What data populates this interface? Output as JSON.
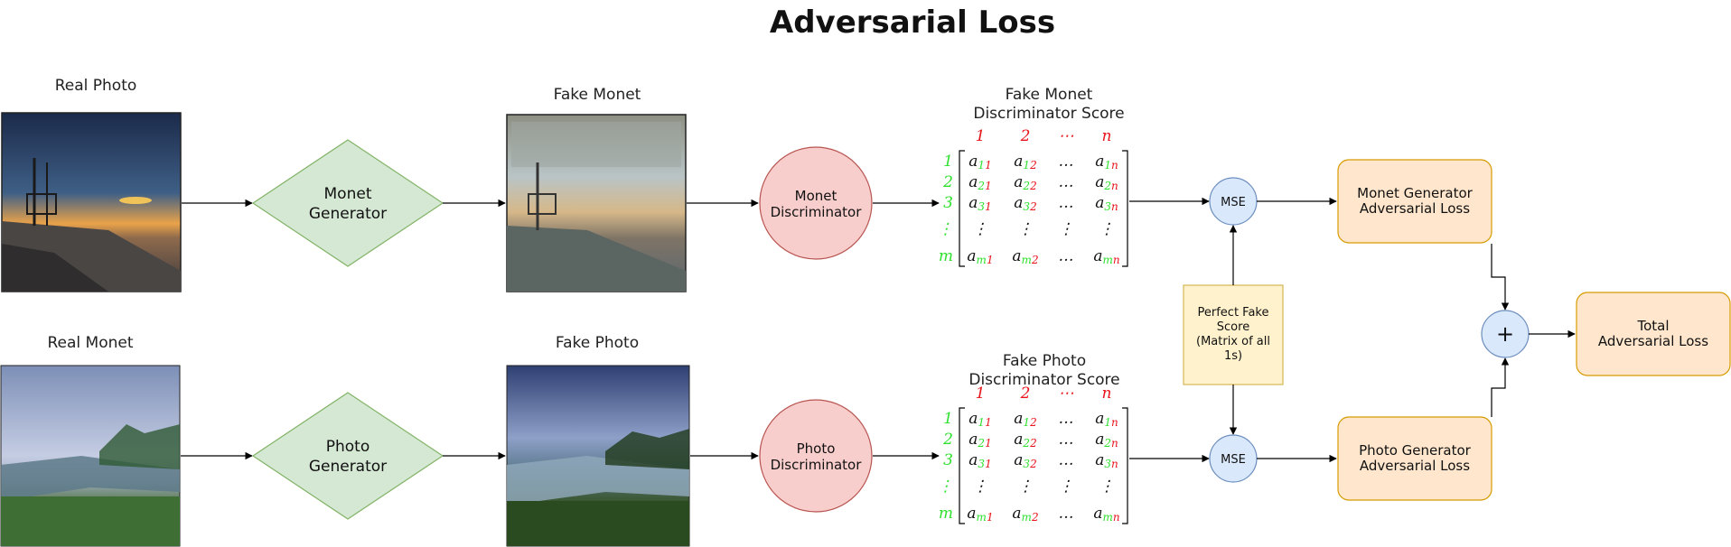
{
  "title": "Adversarial Loss",
  "top": {
    "input_caption": "Real Photo",
    "generator": [
      "Monet",
      "Generator"
    ],
    "output_caption": "Fake Monet",
    "discriminator": [
      "Monet",
      "Discriminator"
    ],
    "score_caption": [
      "Fake Monet",
      "Discriminator Score"
    ],
    "mse": "MSE",
    "loss": [
      "Monet Generator",
      "Adversarial Loss"
    ]
  },
  "bottom": {
    "input_caption": "Real Monet",
    "generator": [
      "Photo",
      "Generator"
    ],
    "output_caption": "Fake Photo",
    "discriminator": [
      "Photo",
      "Discriminator"
    ],
    "score_caption": [
      "Fake Photo",
      "Discriminator Score"
    ],
    "mse": "MSE",
    "loss": [
      "Photo Generator",
      "Adversarial Loss"
    ]
  },
  "perfect_score": [
    "Perfect Fake",
    "Score",
    "(Matrix of all",
    "1s)"
  ],
  "plus": "+",
  "total": [
    "Total",
    "Adversarial Loss"
  ],
  "matrix": {
    "col_headers": [
      "1",
      "2",
      "⋯",
      "n"
    ],
    "row_headers": [
      "1",
      "2",
      "3",
      "⋮",
      "m"
    ],
    "var": "a",
    "rows": [
      [
        [
          "a",
          "1",
          "1"
        ],
        [
          "a",
          "1",
          "2"
        ],
        [
          "…"
        ],
        [
          "a",
          "1",
          "n"
        ]
      ],
      [
        [
          "a",
          "2",
          "1"
        ],
        [
          "a",
          "2",
          "2"
        ],
        [
          "…"
        ],
        [
          "a",
          "2",
          "n"
        ]
      ],
      [
        [
          "a",
          "3",
          "1"
        ],
        [
          "a",
          "3",
          "2"
        ],
        [
          "…"
        ],
        [
          "a",
          "3",
          "n"
        ]
      ],
      [
        [
          "⋮"
        ],
        [
          "⋮"
        ],
        [
          "⋮"
        ],
        [
          "⋮"
        ]
      ],
      [
        [
          "a",
          "m",
          "1"
        ],
        [
          "a",
          "m",
          "2"
        ],
        [
          "…"
        ],
        [
          "a",
          "m",
          "n"
        ]
      ]
    ]
  },
  "colors": {
    "generator_fill": "#d5e8d4",
    "generator_stroke": "#82b366",
    "disc_fill": "#f8cecc",
    "disc_stroke": "#b85450",
    "mse_fill": "#dae8fc",
    "mse_stroke": "#6c8ebf",
    "loss_fill": "#ffe6cc",
    "loss_stroke": "#d79b00",
    "score_fill": "#fff2cc",
    "score_stroke": "#d6b656",
    "row_index": "#2ee02e",
    "col_index": "#e8141c"
  }
}
